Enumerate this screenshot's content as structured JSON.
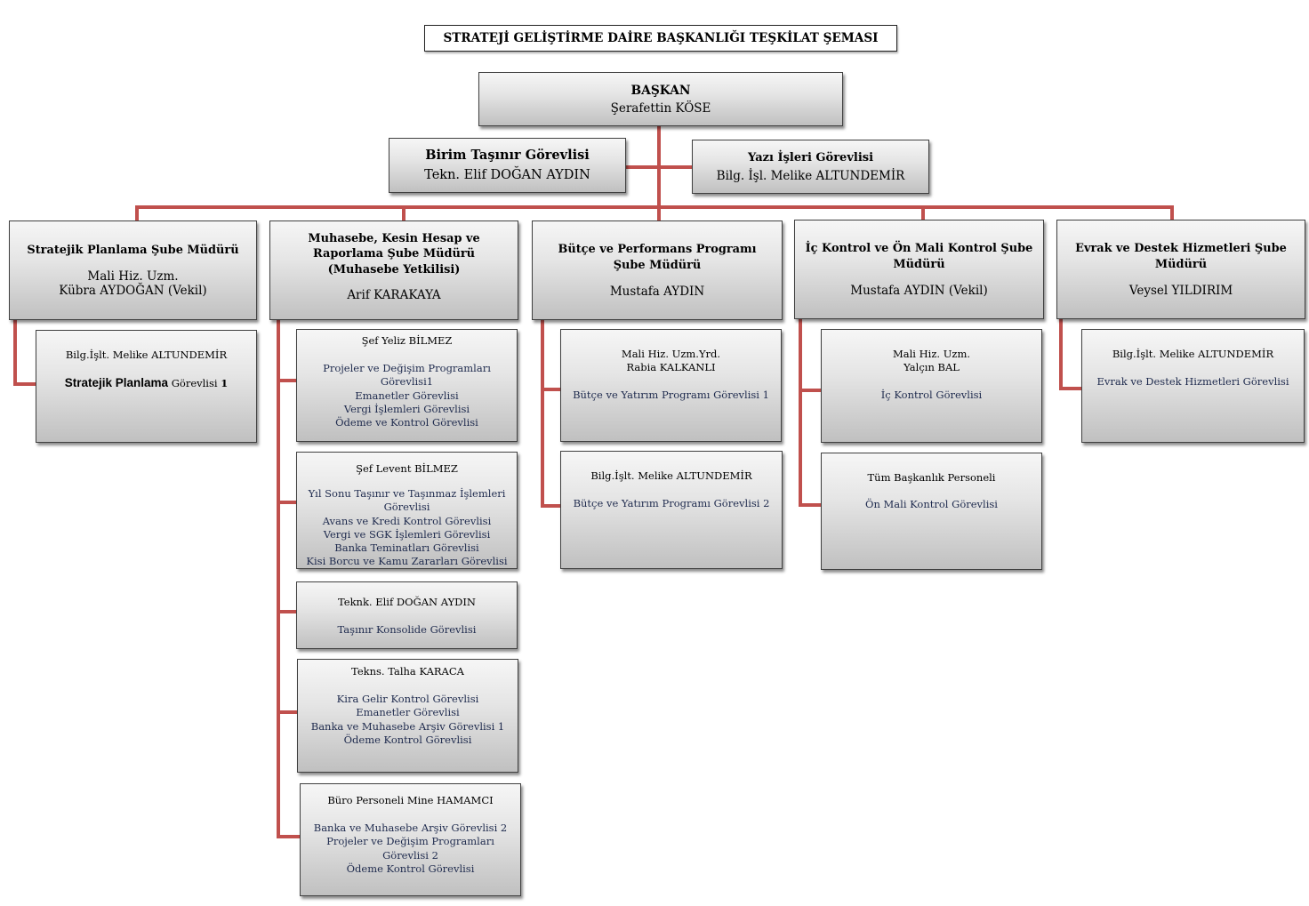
{
  "title": "STRATEJİ GELİŞTİRME DAİRE BAŞKANLIĞI TEŞKİLAT ŞEMASI",
  "head": {
    "title": "BAŞKAN",
    "name": "Şerafettin KÖSE"
  },
  "asset_officer": {
    "title": "Birim Taşınır Görevlisi",
    "name": "Tekn. Elif DOĞAN AYDIN"
  },
  "clerical_officer": {
    "title": "Yazı İşleri Görevlisi",
    "name": "Bilg. İşl. Melike ALTUNDEMİR"
  },
  "departments": [
    {
      "title": "Stratejik Planlama Şube Müdürü",
      "names": [
        "Mali Hiz. Uzm.",
        "Kübra AYDOĞAN (Vekil)"
      ],
      "units": [
        {
          "header": [
            "Bilg.İşlt. Melike ALTUNDEMİR"
          ],
          "role": {
            "field": "Stratejik Planlama",
            "label": "Görevlisi",
            "number": "1"
          }
        }
      ]
    },
    {
      "title": "Muhasebe, Kesin Hesap ve Raporlama Şube Müdürü (Muhasebe Yetkilisi)",
      "names": [
        "Arif KARAKAYA"
      ],
      "units": [
        {
          "header": [
            "Şef Yeliz BİLMEZ"
          ],
          "roles": [
            "Projeler ve Değişim Programları Görevlisi1",
            "Emanetler Görevlisi",
            "Vergi İşlemleri Görevlisi",
            "Ödeme ve Kontrol Görevlisi"
          ]
        },
        {
          "header": [
            "Şef  Levent BİLMEZ"
          ],
          "roles": [
            "Yıl Sonu Taşınır ve Taşınmaz İşlemleri Görevlisi",
            "Avans ve Kredi Kontrol Görevlisi",
            "Vergi ve SGK İşlemleri Görevlisi",
            "Banka Teminatları Görevlisi",
            "Kisi Borcu ve Kamu Zararları Görevlisi"
          ]
        },
        {
          "header": [
            "Teknk. Elif DOĞAN AYDIN"
          ],
          "roles": [
            "Taşınır Konsolide Görevlisi"
          ]
        },
        {
          "header": [
            "Tekns. Talha KARACA"
          ],
          "roles": [
            "Kira Gelir Kontrol Görevlisi",
            "Emanetler Görevlisi",
            "Banka ve Muhasebe Arşiv Görevlisi 1",
            "Ödeme Kontrol Görevlisi"
          ]
        },
        {
          "header": [
            "Büro Personeli Mine HAMAMCI"
          ],
          "roles": [
            "Banka ve Muhasebe Arşiv Görevlisi 2",
            "Projeler ve Değişim Programları Görevlisi 2",
            "Ödeme Kontrol Görevlisi"
          ]
        }
      ]
    },
    {
      "title": "Bütçe ve Performans Programı Şube Müdürü",
      "names": [
        "Mustafa AYDIN"
      ],
      "units": [
        {
          "header": [
            "Mali Hiz. Uzm.Yrd.",
            "Rabia KALKANLI"
          ],
          "roles": [
            "Bütçe ve Yatırım Programı Görevlisi 1"
          ]
        },
        {
          "header": [
            "Bilg.İşlt. Melike ALTUNDEMİR"
          ],
          "roles": [
            "Bütçe ve Yatırım Programı Görevlisi 2"
          ]
        }
      ]
    },
    {
      "title": "İç Kontrol ve Ön Mali Kontrol Şube Müdürü",
      "names": [
        "Mustafa AYDIN (Vekil)"
      ],
      "units": [
        {
          "header": [
            "Mali Hiz. Uzm.",
            "Yalçın BAL"
          ],
          "roles": [
            "İç Kontrol Görevlisi"
          ]
        },
        {
          "header": [
            "Tüm Başkanlık Personeli"
          ],
          "roles": [
            "Ön Mali Kontrol Görevlisi"
          ]
        }
      ]
    },
    {
      "title": "Evrak ve Destek Hizmetleri Şube Müdürü",
      "names": [
        "Veysel YILDIRIM"
      ],
      "units": [
        {
          "header": [
            "Bilg.İşlt. Melike ALTUNDEMİR"
          ],
          "roles": [
            "Evrak ve Destek Hizmetleri Görevlisi"
          ]
        }
      ]
    }
  ],
  "colors": {
    "connector": "#c0504d",
    "role_text": "#1f2b4e"
  }
}
